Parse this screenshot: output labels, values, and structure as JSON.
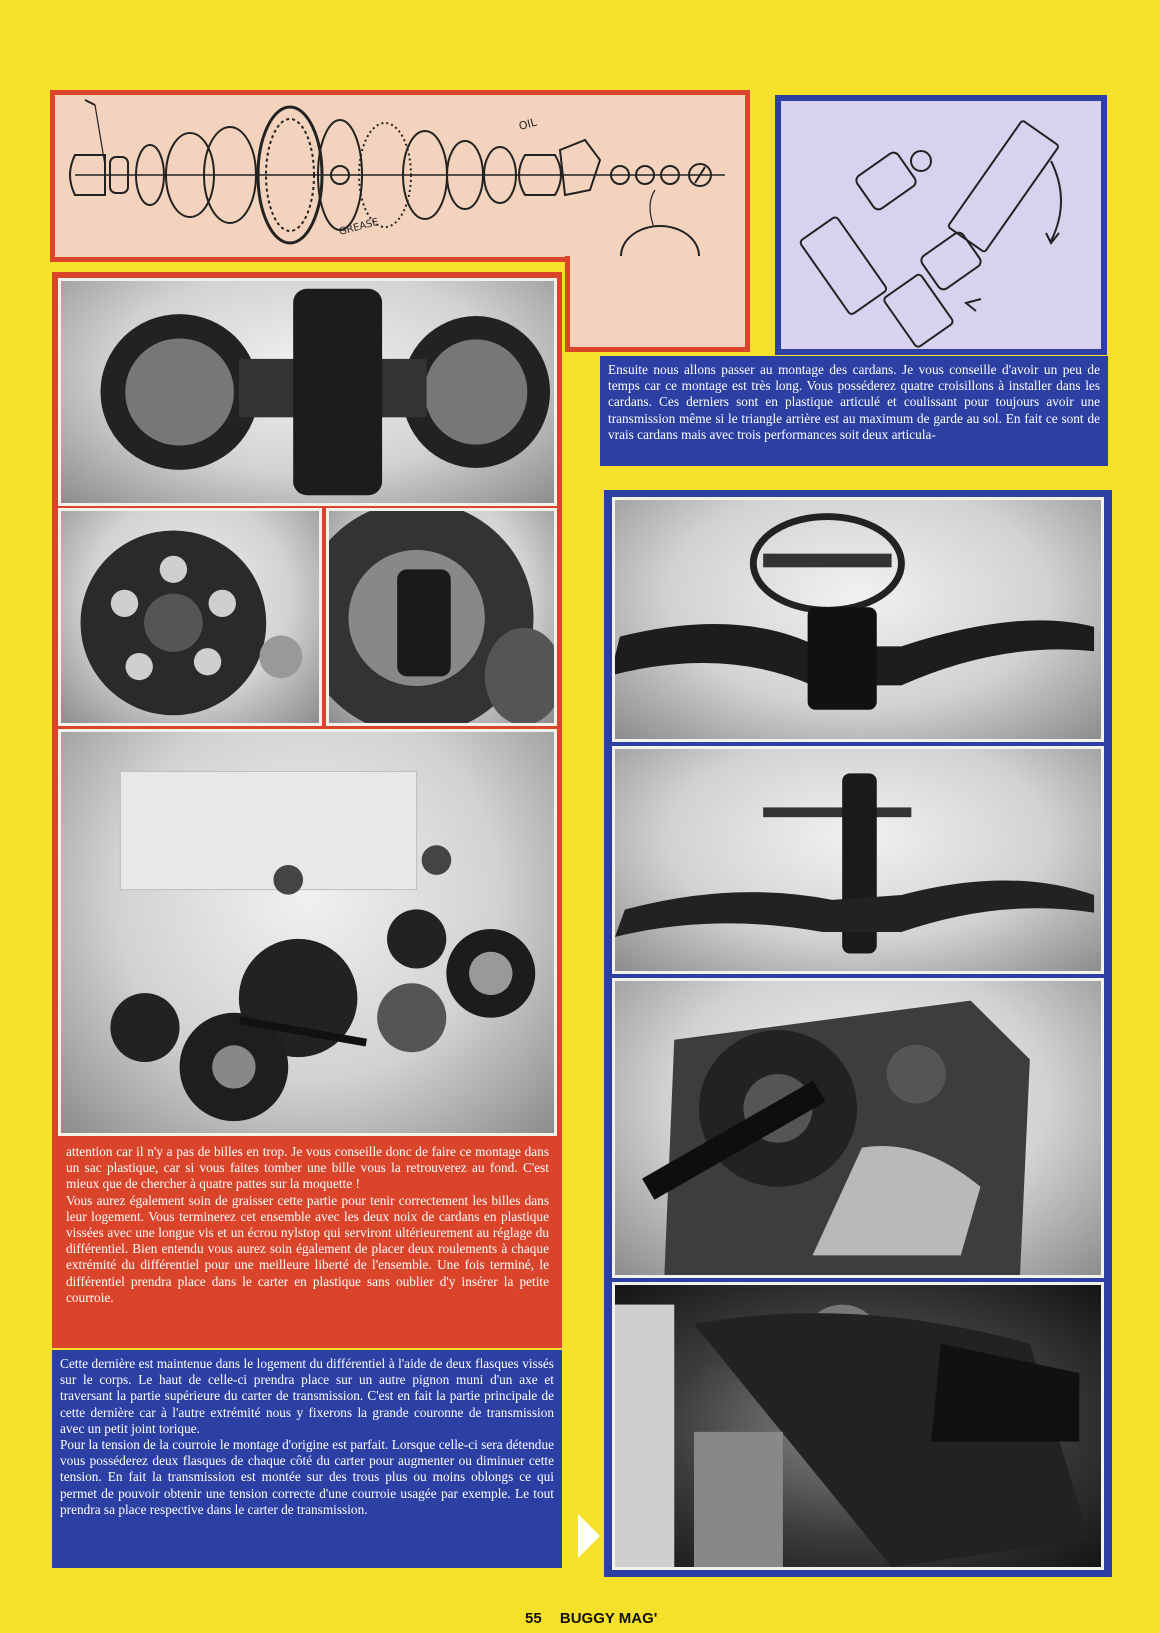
{
  "diagram_labels": {
    "oil": "OIL",
    "grease": "GREASE"
  },
  "text_blocks": {
    "cardans_intro": "Ensuite nous allons passer au montage des cardans. Je vous conseille d'avoir un peu de temps car ce montage est très long. Vous posséderez quatre croisillons à installer dans les cardans. Ces derniers sont en plastique articulé et coulissant pour toujours avoir une transmission même si le triangle arrière est au maximum de garde au sol. En fait ce sont de vrais cardans mais avec trois performances soit deux articula-",
    "billes_para1": "attention car il n'y a pas de billes en trop. Je vous conseille donc de faire ce montage dans un sac plastique, car si vous faites tomber une bille vous la retrouverez au fond. C'est mieux que de chercher à quatre pattes sur la moquette !",
    "billes_para2": "Vous aurez également soin de graisser cette partie pour tenir correctement les billes dans leur logement. Vous terminerez cet ensemble avec les deux noix de cardans en plastique vissées avec une longue vis et un écrou nylstop qui serviront ultérieurement au réglage du différentiel. Bien entendu vous aurez soin également de placer deux roulements à chaque extrémité du différentiel pour une meilleure liberté de l'ensemble. Une fois terminé, le différentiel prendra place dans le carter en plastique sans oublier d'y insérer la petite courroie.",
    "courroie_para1": "Cette dernière est maintenue dans le logement du différentiel à l'aide de deux flasques vissés sur le corps. Le haut de celle-ci prendra place sur un autre pignon muni d'un axe et traversant la partie supérieure du carter de transmission. C'est en fait la partie principale de cette dernière car à l'autre extrémité nous y fixerons la grande couronne de transmission avec un petit joint torique.",
    "courroie_para2": "Pour la tension de la courroie le montage d'origine est parfait. Lorsque celle-ci sera détendue vous posséderez deux flasques de chaque côté du carter pour augmenter ou diminuer cette tension. En fait la transmission est montée sur des trous plus ou moins oblongs ce qui permet de pouvoir obtenir une tension correcte d'une courroie usagée par exemple. Le tout prendra sa place respective dans le carter de transmission."
  },
  "footer": {
    "page_number": "55",
    "magazine": "BUGGY MAG'"
  },
  "colors": {
    "page_background": "#f6e12a",
    "red_panel": "#d9442a",
    "blue_panel": "#2c3fa3",
    "diagram_background": "#f3d3bd",
    "lavender_background": "#d8d2ee"
  }
}
